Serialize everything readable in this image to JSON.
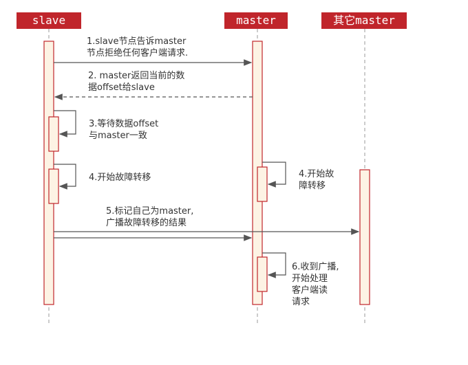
{
  "participants": {
    "slave": "slave",
    "master": "master",
    "other_master": "其它master"
  },
  "messages": {
    "m1": [
      "1.slave节点告诉master",
      "节点拒绝任何客户端请求."
    ],
    "m2": [
      "2. master返回当前的数",
      "据offset给slave"
    ],
    "m3": [
      "3.等待数据offset",
      "与master一致"
    ],
    "m4_slave": [
      "4.开始故障转移"
    ],
    "m4_master": [
      "4.开始故",
      "障转移"
    ],
    "m5": [
      "5.标记自己为master,",
      "广播故障转移的结果"
    ],
    "m6": [
      "6.收到广播,",
      "开始处理",
      "客户端读",
      "请求"
    ]
  },
  "colors": {
    "header": "#c0252b",
    "activation_fill": "#fdf3e4",
    "activation_stroke": "#c0252b",
    "arrow": "#555555"
  }
}
